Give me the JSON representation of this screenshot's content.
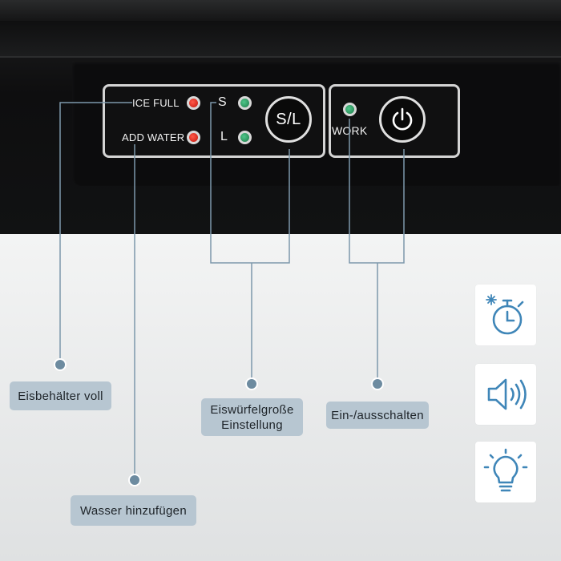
{
  "panel": {
    "ice_full_label": "ICE FULL",
    "add_water_label": "ADD WATER",
    "size_small_label": "S",
    "size_large_label": "L",
    "size_button_label": "S/L",
    "work_label": "WORK"
  },
  "callouts": {
    "ice_full": "Eisbehälter voll",
    "add_water": "Wasser hinzufügen",
    "size_setting_line1": "Eiswürfelgroße",
    "size_setting_line2": "Einstellung",
    "power": "Ein-/ausschalten"
  },
  "features": [
    {
      "icon": "timer-snowflake-icon"
    },
    {
      "icon": "speaker-icon"
    },
    {
      "icon": "lightbulb-icon"
    }
  ],
  "colors": {
    "led_red": "#d8261a",
    "led_green": "#2e9c62",
    "callout_bg": "#b7c6d1",
    "line": "#7d98ab",
    "icon_accent": "#3f86b8"
  }
}
